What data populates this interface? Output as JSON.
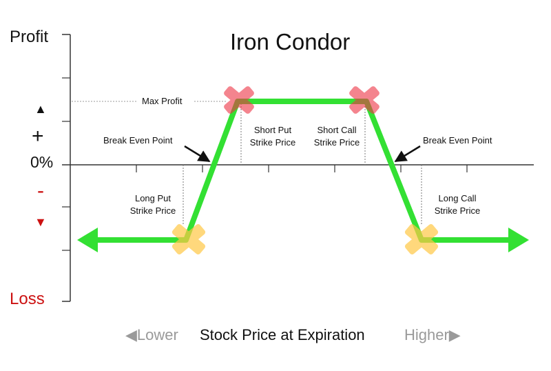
{
  "title": "Iron Condor",
  "y_axis": {
    "top_label": "Profit",
    "bottom_label": "Loss",
    "zero_label": "0%",
    "up_symbol": "▲",
    "plus_symbol": "+",
    "minus_symbol": "-",
    "down_symbol": "▼"
  },
  "x_axis": {
    "lower_label": "◀Lower",
    "label": "Stock Price at Expiration",
    "higher_label": "Higher▶"
  },
  "annotations": {
    "max_profit": "Max Profit",
    "break_even_left": "Break Even Point",
    "break_even_right": "Break Even Point",
    "short_put_line1": "Short Put",
    "short_put_line2": "Strike Price",
    "short_call_line1": "Short Call",
    "short_call_line2": "Strike Price",
    "long_put_line1": "Long Put",
    "long_put_line2": "Strike Price",
    "long_call_line1": "Long Call",
    "long_call_line2": "Strike Price"
  },
  "colors": {
    "payoff_line": "#33e033",
    "short_strike_marker": "#ee3344",
    "long_strike_marker": "#ffc845",
    "loss_text": "#cc1111",
    "axis": "#333333",
    "muted_text": "#9a9a9a"
  },
  "icons": [
    "arrow-left-icon",
    "arrow-right-icon",
    "x-mark-icon",
    "pointer-arrow-icon"
  ]
}
